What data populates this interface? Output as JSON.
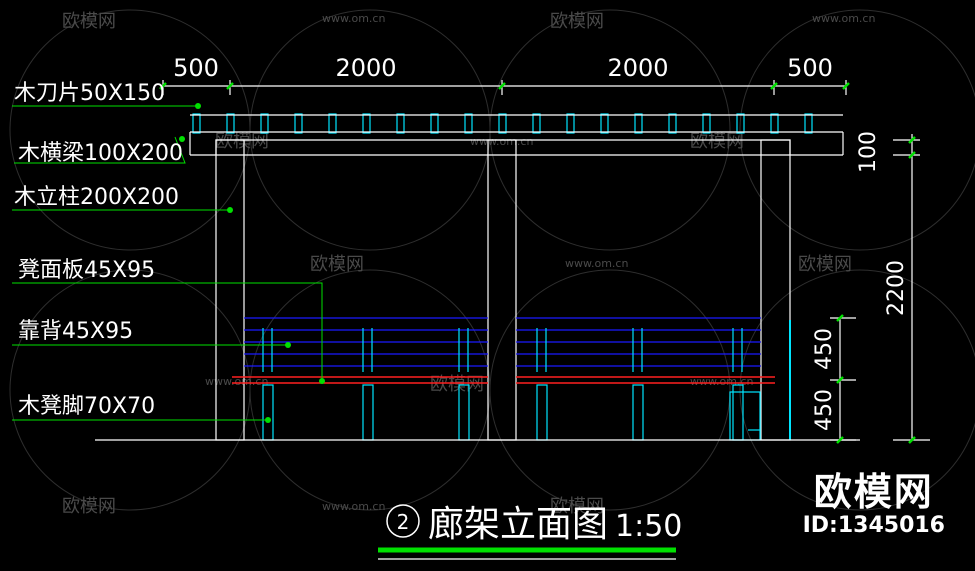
{
  "watermark": {
    "brand_text": "欧模网",
    "url_text": "www.om.cn"
  },
  "dimensions": {
    "top": [
      "500",
      "2000",
      "2000",
      "500"
    ],
    "right_beam": "100",
    "right_total": "2200",
    "right_upper": "450",
    "right_lower": "450"
  },
  "labels": {
    "slat": "木刀片50X150",
    "beam": "木横梁100X200",
    "column": "木立柱200X200",
    "seat": "凳面板45X95",
    "backrest": "靠背45X95",
    "leg": "木凳脚70X70"
  },
  "title": {
    "number": "2",
    "text": "廊架立面图",
    "scale": "1:50"
  },
  "brand": {
    "name": "欧模网",
    "id": "ID:1345016"
  },
  "colors": {
    "structure": "#ffffff",
    "leader": "#00e000",
    "slat": "#00e5ff",
    "bench": "#1a1aff",
    "seat": "#ff2020",
    "title_underline": "#00e000"
  }
}
